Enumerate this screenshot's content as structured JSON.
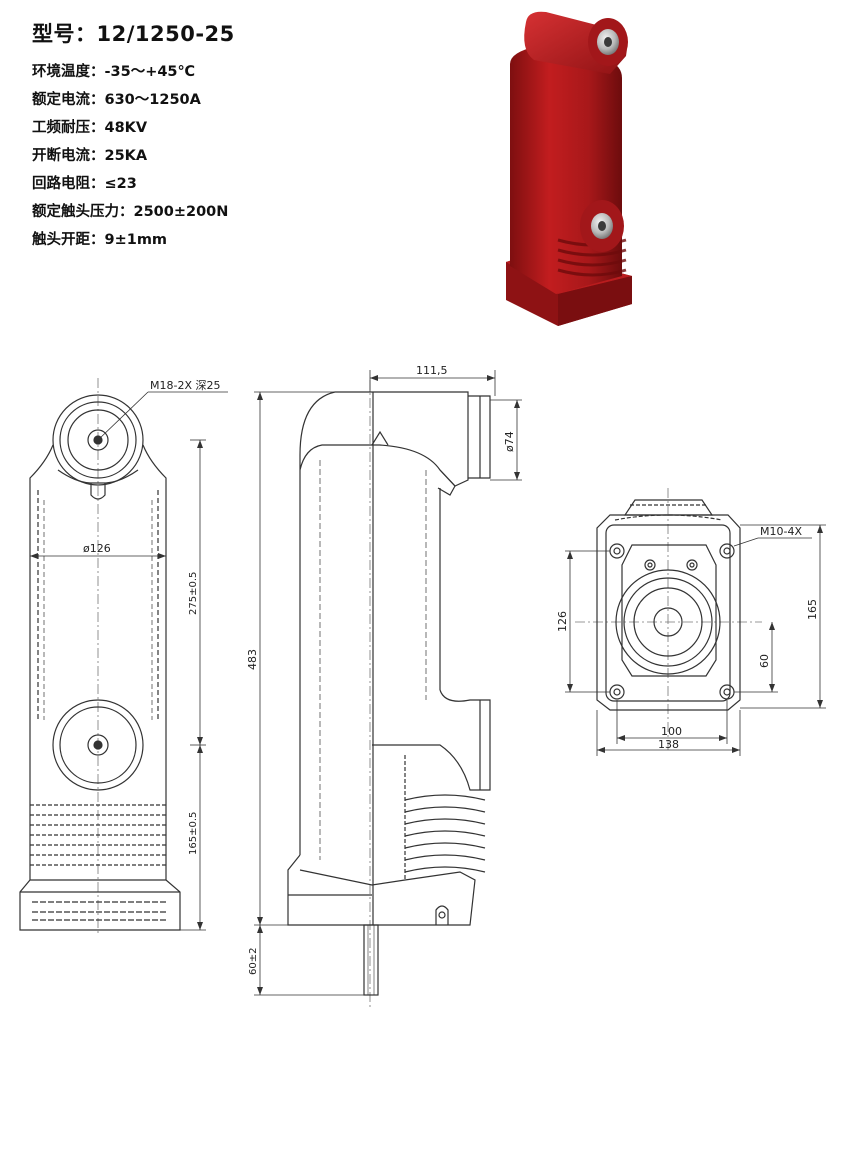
{
  "header": {
    "model_label": "型号：",
    "model_value": "12/1250-25"
  },
  "specs": [
    {
      "label": "环境温度：",
      "value": "-35～+45℃"
    },
    {
      "label": "额定电流：",
      "value": "630～1250A"
    },
    {
      "label": "工频耐压：",
      "value": "48KV"
    },
    {
      "label": "开断电流：",
      "value": "25KA"
    },
    {
      "label": "回路电阻：",
      "value": "≤23"
    },
    {
      "label": "额定触头压力：",
      "value": "2500±200N"
    },
    {
      "label": "触头开距：",
      "value": "9±1mm"
    }
  ],
  "product_color": "#b3191b",
  "dimensions": {
    "front_thread": "M18-2X 深25",
    "front_diameter": "ø126",
    "front_upper": "275±0.5",
    "front_lower": "165±0.5",
    "side_terminal_offset": "111,5",
    "side_terminal_dia": "ø74",
    "side_total_height": "483",
    "side_rod": "60±2",
    "bottom_holes": "M10-4X",
    "bottom_126": "126",
    "bottom_165": "165",
    "bottom_60": "60",
    "bottom_100": "100",
    "bottom_138": "138"
  }
}
